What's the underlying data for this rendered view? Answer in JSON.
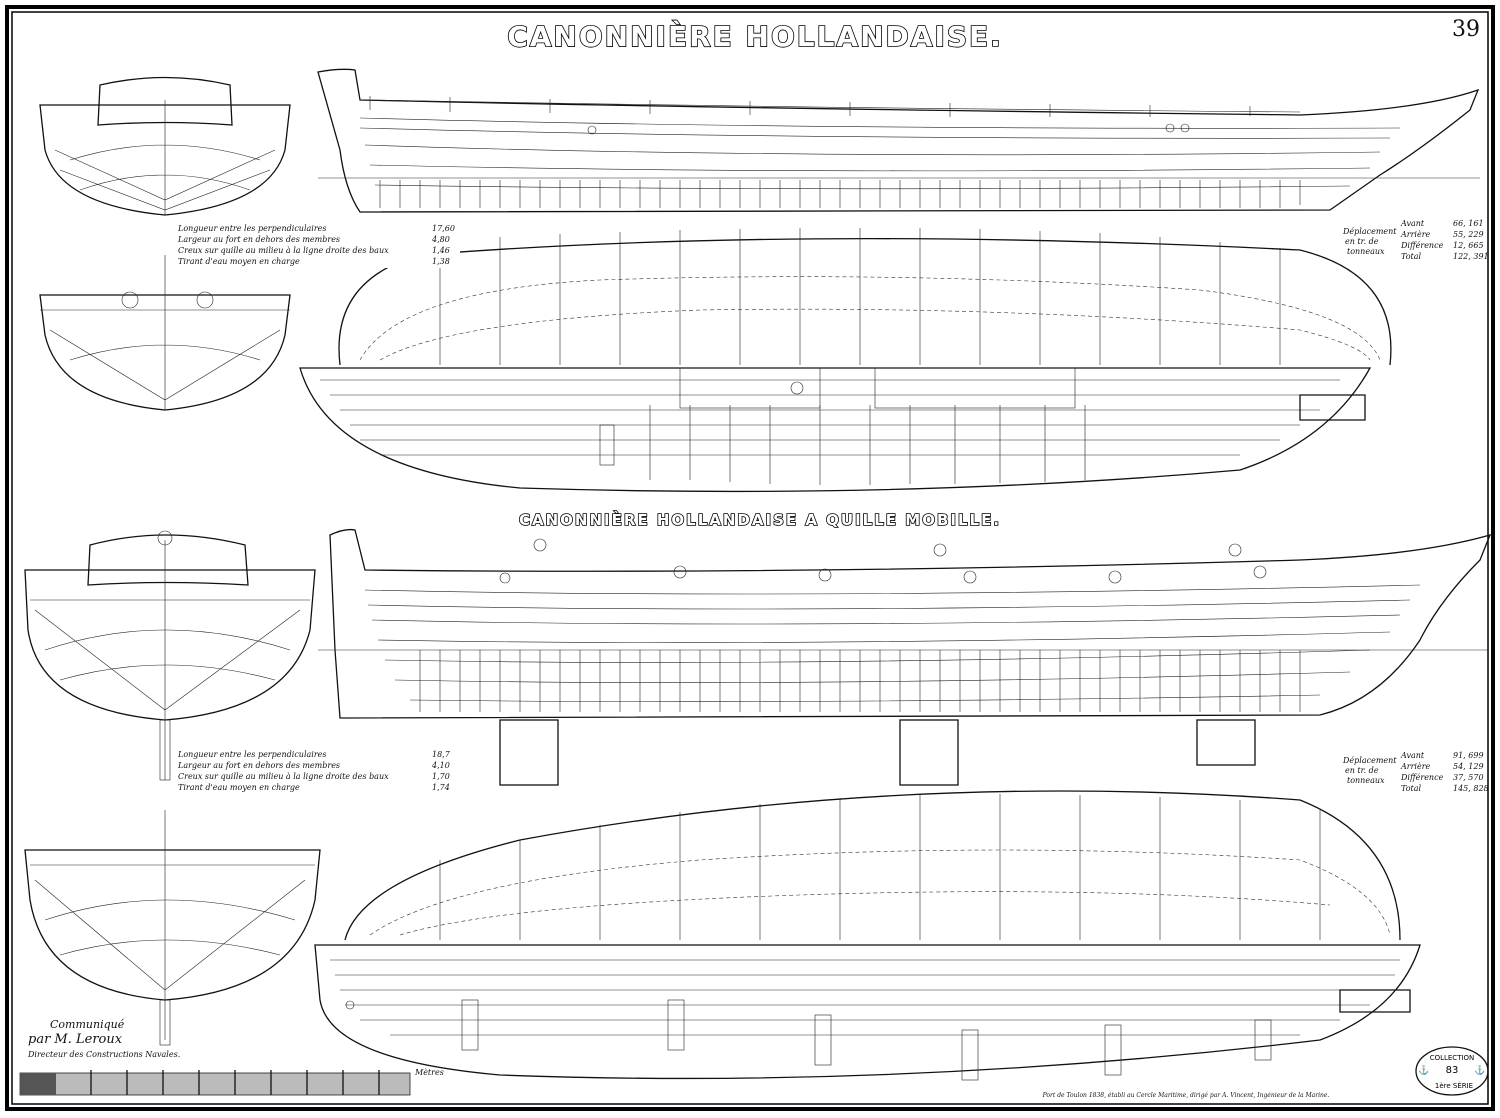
{
  "plate": {
    "number": "39",
    "title": "CANONNIÈRE HOLLANDAISE.",
    "subtitle": "CANONNIÈRE HOLLANDAISE A QUILLE MOBILLE."
  },
  "dimensions_1": [
    {
      "label": "Longueur entre les perpendiculaires",
      "value": "17,60"
    },
    {
      "label": "Largeur au fort en dehors des membres",
      "value": "4,80"
    },
    {
      "label": "Creux sur quille au milieu à la ligne droite des baux",
      "value": "1,46"
    },
    {
      "label": "Tirant d'eau moyen en charge",
      "value": "1,38"
    }
  ],
  "displacement_1": {
    "heading": [
      "Déplacement",
      "en tr. de",
      "tonneaux"
    ],
    "rows": [
      {
        "label": "Avant",
        "value": "66, 161"
      },
      {
        "label": "Arrière",
        "value": "55, 229"
      },
      {
        "label": "Différence",
        "value": "12, 665"
      },
      {
        "label": "Total",
        "value": "122, 391"
      }
    ]
  },
  "dimensions_2": [
    {
      "label": "Longueur entre les perpendiculaires",
      "value": "18,7"
    },
    {
      "label": "Largeur au fort en dehors des membres",
      "value": "4,10"
    },
    {
      "label": "Creux sur quille au milieu à la ligne droite des baux",
      "value": "1,70"
    },
    {
      "label": "Tirant d'eau moyen en charge",
      "value": "1,74"
    }
  ],
  "displacement_2": {
    "heading": [
      "Déplacement",
      "en tr. de",
      "tonneaux"
    ],
    "rows": [
      {
        "label": "Avant",
        "value": "91, 699"
      },
      {
        "label": "Arrière",
        "value": "54, 129"
      },
      {
        "label": "Différence",
        "value": "37, 570"
      },
      {
        "label": "Total",
        "value": "145, 828"
      }
    ]
  },
  "signature": [
    "Communiqué",
    "par M. Leroux",
    "Directeur des Constructions Navales."
  ],
  "scale": {
    "unit_label": "Mètres"
  },
  "credit": "Port de Toulon 1838, établi au Cercle Maritime, dirigé par A. Vincent, Ingénieur de la Marine.",
  "stamp": {
    "line1": "COLLECTION",
    "number": "83",
    "series": "1ère SÉRIE"
  }
}
